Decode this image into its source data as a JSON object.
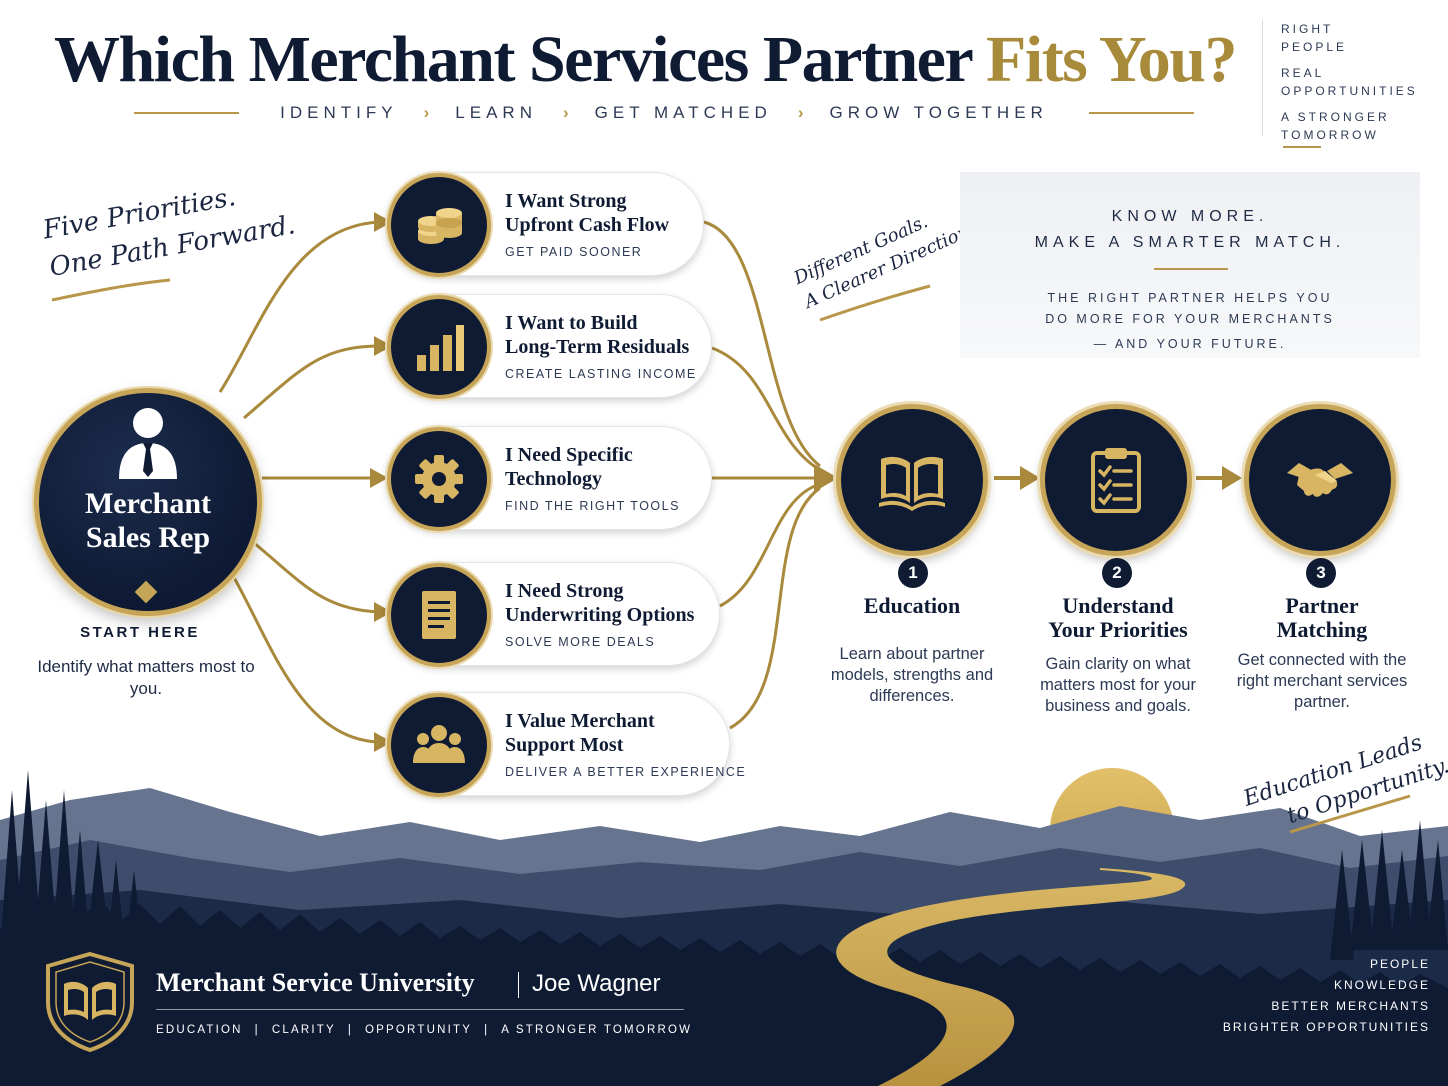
{
  "header": {
    "title_main": "Which Merchant Services Partner ",
    "title_accent": "Fits You?",
    "steps": [
      "IDENTIFY",
      "LEARN",
      "GET MATCHED",
      "GROW TOGETHER"
    ]
  },
  "corner_tag": [
    "RIGHT",
    "PEOPLE",
    "REAL",
    "OPPORTUNITIES",
    "A STRONGER",
    "TOMORROW"
  ],
  "script_notes": {
    "priorities_line1": "Five Priorities.",
    "priorities_line2": "One Path Forward.",
    "goals_line1": "Different Goals.",
    "goals_line2": "A Clearer Direction.",
    "education_line1": "Education Leads",
    "education_line2": "to Opportunity."
  },
  "rep": {
    "label": "Merchant Sales Rep",
    "start": "START HERE",
    "description": "Identify what matters most to you."
  },
  "priorities": [
    {
      "title_line1": "I Want Strong",
      "title_line2": "Upfront Cash Flow",
      "subtitle": "GET PAID SOONER",
      "icon": "coins-icon"
    },
    {
      "title_line1": "I Want to Build",
      "title_line2": "Long-Term Residuals",
      "subtitle": "CREATE LASTING INCOME",
      "icon": "bar-chart-icon"
    },
    {
      "title_line1": "I Need Specific",
      "title_line2": "Technology",
      "subtitle": "FIND THE RIGHT TOOLS",
      "icon": "gear-icon"
    },
    {
      "title_line1": "I Need Strong",
      "title_line2": "Underwriting Options",
      "subtitle": "SOLVE MORE DEALS",
      "icon": "document-icon"
    },
    {
      "title_line1": "I Value Merchant",
      "title_line2": "Support Most",
      "subtitle": "DELIVER A BETTER EXPERIENCE",
      "icon": "people-icon"
    }
  ],
  "know_more": {
    "line1": "KNOW MORE.",
    "line2": "MAKE A SMARTER MATCH.",
    "line3": "THE RIGHT PARTNER HELPS YOU",
    "line4": "DO MORE FOR YOUR MERCHANTS",
    "line5": "— AND YOUR FUTURE."
  },
  "steps": [
    {
      "number": "1",
      "title_line1": "Education",
      "title_line2": "",
      "description": "Learn about partner models, strengths and differences.",
      "icon": "open-book-icon"
    },
    {
      "number": "2",
      "title_line1": "Understand",
      "title_line2": "Your Priorities",
      "description": "Gain clarity on what matters most for your business and goals.",
      "icon": "clipboard-checklist-icon"
    },
    {
      "number": "3",
      "title_line1": "Partner",
      "title_line2": "Matching",
      "description": "Get connected with the right merchant services partner.",
      "icon": "handshake-icon"
    }
  ],
  "footer": {
    "brand": "Merchant Service University",
    "author": "Joe Wagner",
    "tagline": [
      "EDUCATION",
      "CLARITY",
      "OPPORTUNITY",
      "A STRONGER TOMORROW"
    ],
    "right_list": [
      "PEOPLE",
      "KNOWLEDGE",
      "BETTER MERCHANTS",
      "BRIGHTER OPPORTUNITIES"
    ]
  },
  "colors": {
    "navy": "#0f1b33",
    "gold": "#c6a458",
    "gold_dark": "#a88a3b"
  }
}
